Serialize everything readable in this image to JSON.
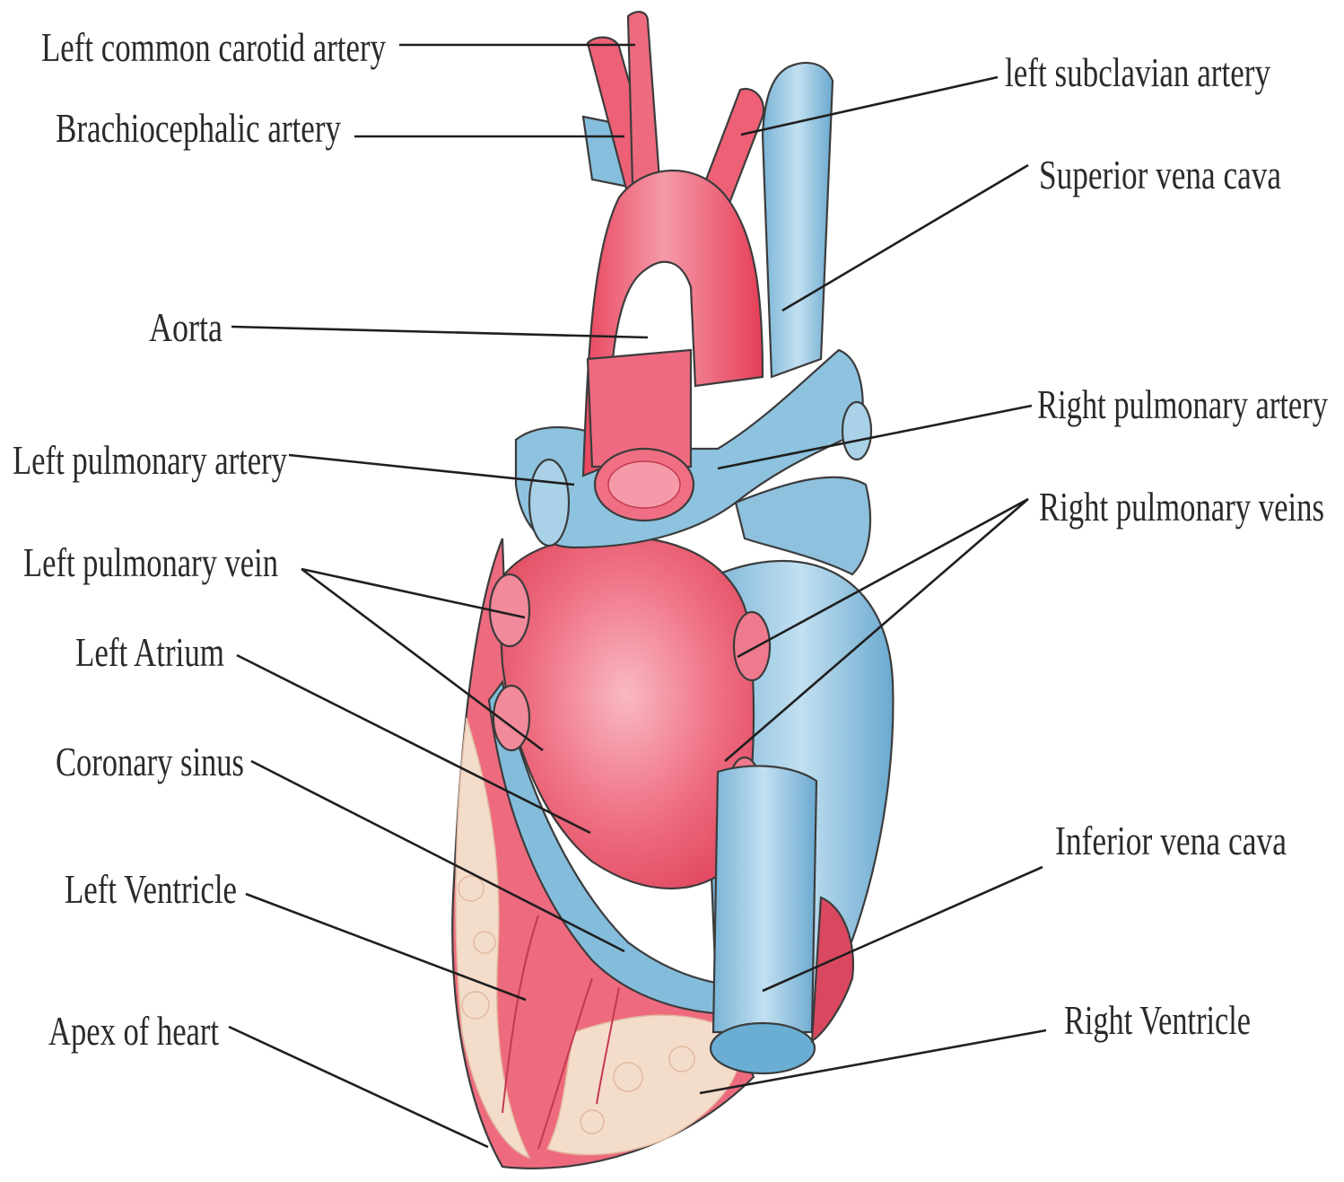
{
  "labels": {
    "left_common_carotid": "Left common carotid artery",
    "brachiocephalic": "Brachiocephalic artery",
    "aorta": "Aorta",
    "left_pulmonary_artery": "Left pulmonary artery",
    "left_pulmonary_vein": "Left pulmonary vein",
    "left_atrium": "Left Atrium",
    "coronary_sinus": "Coronary sinus",
    "left_ventricle": "Left Ventricle",
    "apex": "Apex of heart",
    "left_subclavian": "left subclavian artery",
    "superior_vena_cava": "Superior vena cava",
    "right_pulmonary_artery": "Right pulmonary artery",
    "right_pulmonary_veins": "Right pulmonary veins",
    "inferior_vena_cava": "Inferior vena cava",
    "right_ventricle": "Right Ventricle"
  },
  "colors": {
    "artery_red": "#e9546a",
    "artery_light": "#f7b3bd",
    "vein_blue": "#8fc3df",
    "vein_light": "#c9e4f2",
    "fat": "#f4dccb",
    "leader_line": "#1f1f1f"
  }
}
